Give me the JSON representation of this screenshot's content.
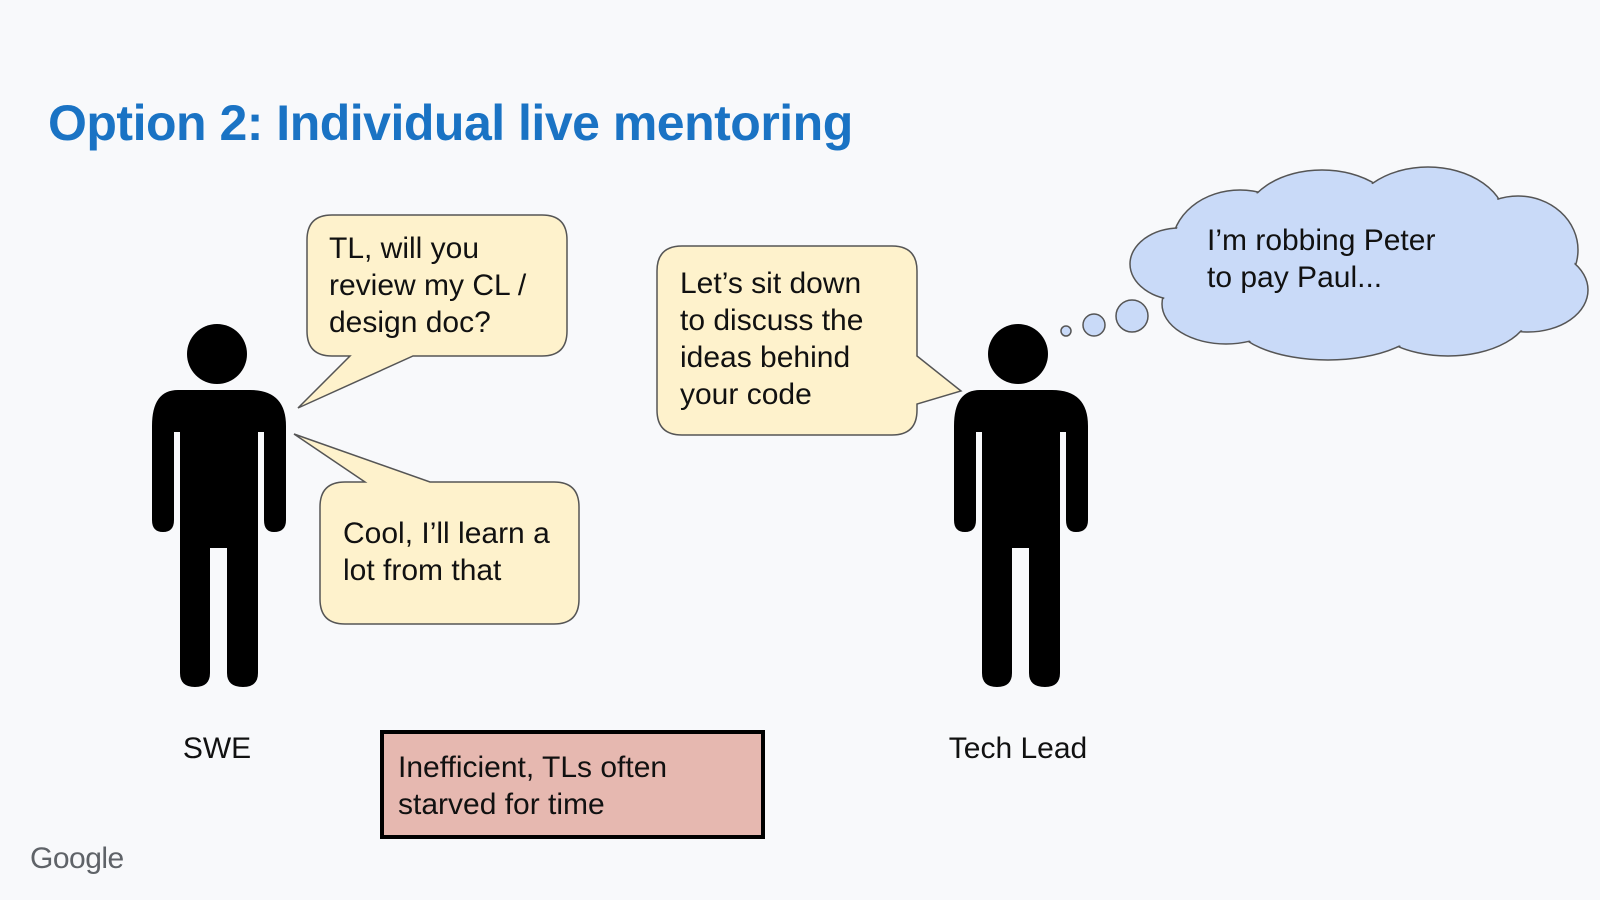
{
  "slide": {
    "title": "Option 2: Individual live mentoring",
    "logo": "Google"
  },
  "people": {
    "swe": {
      "label": "SWE",
      "icon": "person-icon"
    },
    "tech_lead": {
      "label": "Tech Lead",
      "icon": "person-icon"
    }
  },
  "bubbles": {
    "swe_request": "TL, will you\nreview my CL /\ndesign doc?",
    "tl_response": "Let’s sit down\nto discuss the\nideas behind\nyour code",
    "swe_reply": "Cool, I’ll learn a\nlot from that",
    "tl_thought": "I’m robbing Peter\nto pay Paul..."
  },
  "callout": {
    "text": "Inefficient, TLs often\nstarved for time"
  },
  "colors": {
    "title": "#1a73c4",
    "speech_bubble": "#fef2cc",
    "thought_bubble": "#c9daf8",
    "callout": "#e6b8b0",
    "figure": "#000000",
    "background": "#f8f9fb"
  }
}
